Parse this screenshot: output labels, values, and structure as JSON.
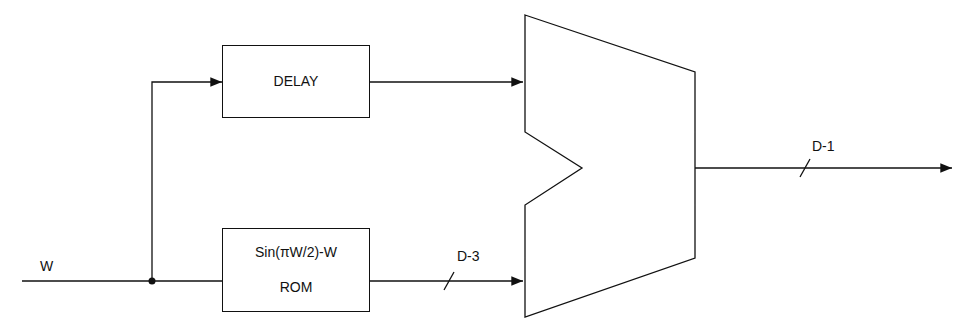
{
  "diagram": {
    "nodes": [
      {
        "text": [
          "DELAY"
        ]
      },
      {
        "text": [
          "Sin(πW/2)-W",
          "ROM"
        ]
      }
    ],
    "labels": [
      "W",
      "D-3",
      "D-1"
    ]
  }
}
